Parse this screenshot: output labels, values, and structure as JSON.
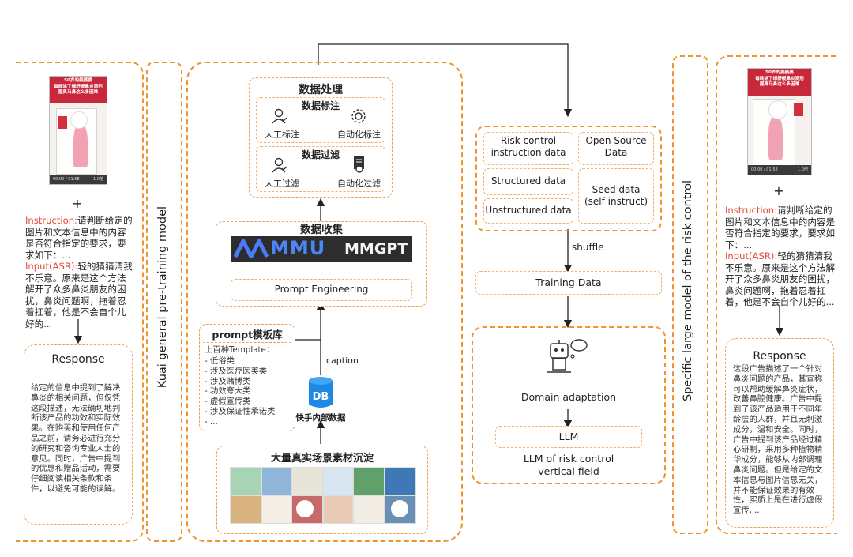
{
  "left_panel": {
    "video_banner": "50岁的姜婆婆\n每晚涂了绿舒缓鼻炎滴剂\n腥臭马鼻这么多困难",
    "video_time": "00:00 / 01:58",
    "video_speed": "1.0倍",
    "plus": "+",
    "instruction_label": "Instruction:",
    "instruction_text": "请判断给定的图片和文本信息中的内容是否符合指定的要求，要求如下：...",
    "input_label": "Input(ASR):",
    "input_text": "轻的猜猜清我不乐意。原来是这个方法解开了众多鼻炎朋友的困扰，鼻炎问题啊，拖着忍着扛着，他是不会自个儿好的...",
    "response_title": "Response",
    "response_text": "给定的信息中提到了解决鼻炎的相关问题，但仅凭这段描述，无法确切地判断该产品的功效和实际效果。在购买和使用任何产品之前，请务必进行充分的研究和咨询专业人士的意见。同时，广告中提到的优惠和赠品活动，需要仔细阅读相关条款和条件，以避免可能的误解。"
  },
  "left_vertical_label": "Kuai general pre-training model",
  "center": {
    "data_processing_title": "数据处理",
    "annotation_title": "数据标注",
    "manual_annotation": "人工标注",
    "auto_annotation": "自动化标注",
    "filtering_title": "数据过滤",
    "manual_filter": "人工过滤",
    "auto_filter": "自动化过滤",
    "data_collection_title": "数据收集",
    "mmu_logo": "MMU",
    "mmgpt_logo": "MMGPT",
    "prompt_engineering": "Prompt Engineering",
    "prompt_lib_title": "prompt模板库",
    "prompt_lib_intro": "上百种Template：",
    "prompt_lib_items": [
      "- 低俗类",
      "- 涉及医疗医美类",
      "- 涉及赌博类",
      "- 功效夸大类",
      "- 虚假宣传类",
      "- 涉及保证性承诺类",
      "- ..."
    ],
    "caption": "caption",
    "db_label": "DB",
    "db_caption": "快手内部数据",
    "real_scene_title": "大量真实场景素材沉淀"
  },
  "right_center": {
    "risk_control_data": "Risk control\ninstruction data",
    "open_source_data": "Open Source\nData",
    "structured_data": "Structured data",
    "seed_data": "Seed data\n(self instruct)",
    "unstructured_data": "Unstructured data",
    "shuffle": "shuffle",
    "training_data": "Training Data",
    "domain_adaptation": "Domain adaptation",
    "llm": "LLM",
    "llm_vertical": "LLM of risk control\nvertical field"
  },
  "right_vertical_label": "Specific large model of the risk control",
  "right_panel": {
    "video_banner": "50岁的姜婆婆\n每晚涂了绿舒缓鼻炎滴剂\n腥臭马鼻这么多困难",
    "video_time": "00:00 / 01:58",
    "video_speed": "1.0倍",
    "plus": "+",
    "instruction_label": "Instruction:",
    "instruction_text": "请判断给定的图片和文本信息中的内容是否符合指定的要求，要求如下：...",
    "input_label": "Input(ASR):",
    "input_text": "轻的猜猜清我不乐意。原来是这个方法解开了众多鼻炎朋友的困扰，鼻炎问题啊，拖着忍着扛着，他是不会自个儿好的...",
    "response_title": "Response",
    "response_text": "这段广告描述了一个针对鼻炎问题的产品，其宣称可以帮助缓解鼻炎症状，改善鼻腔健康。广告中提到了该产品适用于不同年龄层的人群，并且无刺激成分，温和安全。同时，广告中提到该产品经过精心研制，采用多种植物精华成分，能够从内部调理鼻炎问题。但是给定的文本信息与图片信息无关，并不能保证效果的有效性，实质上是在进行虚假宣传,..."
  },
  "colors": {
    "accent_orange": "#f0922e",
    "instruction_red": "#e04a3a",
    "mmu_bar": "#2d2d2d"
  },
  "icons": [
    "user-icon",
    "gear-icon",
    "robot-icon",
    "database-icon",
    "document-gear-icon"
  ]
}
